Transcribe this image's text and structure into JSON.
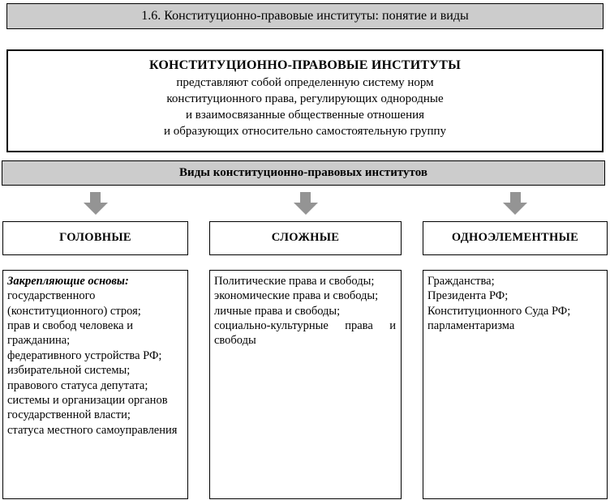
{
  "page_title": "1.6. Конституционно-правовые институты: понятие и виды",
  "definition": {
    "title": "КОНСТИТУЦИОННО-ПРАВОВЫЕ ИНСТИТУТЫ",
    "lines": [
      "представляют собой определенную систему норм",
      "конституционного права, регулирующих однородные",
      "и взаимосвязанные общественные отношения",
      "и образующих относительно самостоятельную группу"
    ]
  },
  "types_bar": "Виды конституционно-правовых институтов",
  "colors": {
    "bar_gray": "#cccccc",
    "arrow_gray": "#949494"
  },
  "columns": [
    {
      "header": "ГОЛОВНЫЕ",
      "lead": "Закрепляющие основы:",
      "items": [
        "государственного (конституционного) строя;",
        "прав и свобод человека и гражданина;",
        "федеративного устройства РФ;",
        "избирательной системы;",
        "правового статуса депутата;",
        "системы и организации органов государственной власти;",
        "статуса местного самоуправления"
      ]
    },
    {
      "header": "СЛОЖНЫЕ",
      "lead": "",
      "items": [
        "Политические права и свободы;",
        "экономические права и свободы;",
        "личные права и свободы;",
        "социально-культурные права и свободы"
      ]
    },
    {
      "header": "ОДНОЭЛЕМЕНТНЫЕ",
      "lead": "",
      "items": [
        "Гражданства;",
        "Президента РФ;",
        "Конституционного Суда РФ;",
        "парламентаризма"
      ]
    }
  ]
}
